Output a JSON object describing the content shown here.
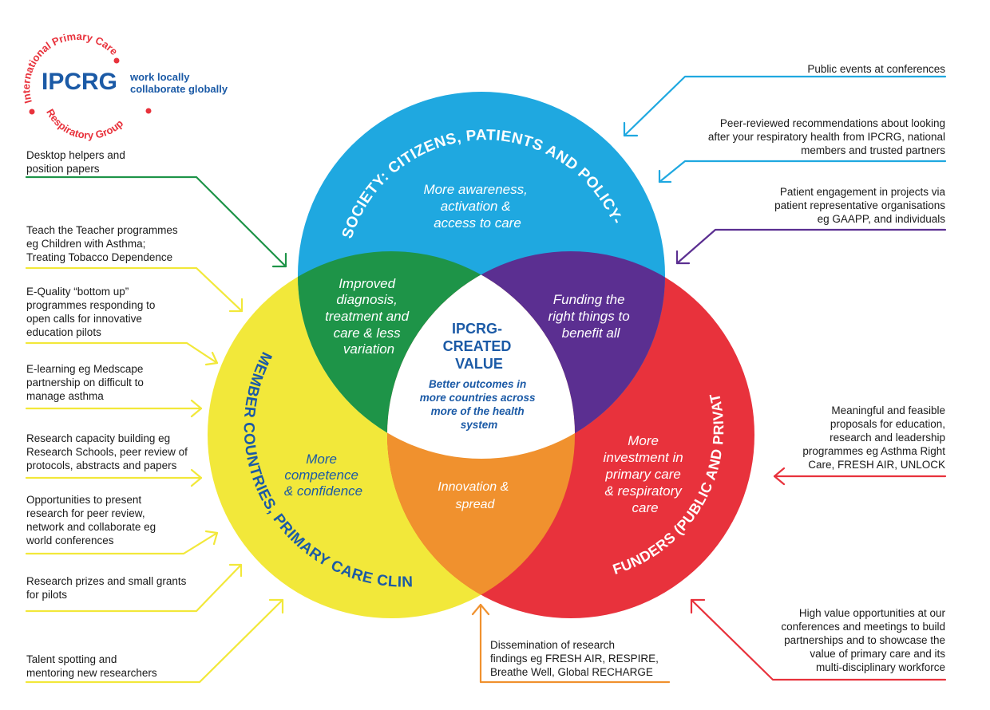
{
  "logo": {
    "name": "IPCRG",
    "arc_top": "International Primary Care",
    "arc_bottom": "Respiratory Group",
    "tagline_1": "work locally",
    "tagline_2": "collaborate globally"
  },
  "circles": {
    "society": {
      "title": "SOCIETY: CITIZENS, PATIENTS AND POLICY-MAKERS",
      "body": [
        "More awareness,",
        "activation &",
        "access to care"
      ],
      "color": "#1fa8e0"
    },
    "members": {
      "title": "MEMBER COUNTRIES, PRIMARY CARE CLINICIANS",
      "body": [
        "More",
        "competence",
        "& confidence"
      ],
      "color": "#f2e83a"
    },
    "funders": {
      "title": "FUNDERS (PUBLIC AND PRIVATE)",
      "body": [
        "More",
        "investment in",
        "primary care",
        "& respiratory",
        "care"
      ],
      "color": "#e8323c"
    }
  },
  "overlaps": {
    "society_members": {
      "body": [
        "Improved",
        "diagnosis,",
        "treatment and",
        "care & less",
        "variation"
      ],
      "color": "#1e9448"
    },
    "society_funders": {
      "body": [
        "Funding the",
        "right things to",
        "benefit all"
      ],
      "color": "#5b2f91"
    },
    "members_funders": {
      "body": [
        "Innovation &",
        "spread"
      ],
      "color": "#f0912e"
    },
    "center": {
      "title": [
        "IPCRG-",
        "CREATED",
        "VALUE"
      ],
      "body": [
        "Better outcomes in",
        "more countries across",
        "more of the health",
        "system"
      ]
    }
  },
  "notes_left": [
    {
      "lines": [
        "Desktop helpers and",
        "position papers"
      ],
      "color": "#1e9448"
    },
    {
      "lines": [
        "Teach the Teacher programmes",
        "eg Children with Asthma;",
        "Treating Tobacco Dependence"
      ],
      "color": "#f2e83a"
    },
    {
      "lines": [
        "E-Quality “bottom up”",
        "programmes responding to",
        "open calls for innovative",
        "education pilots"
      ],
      "color": "#f2e83a"
    },
    {
      "lines": [
        "E-learning eg Medscape",
        "partnership on difficult to",
        "manage asthma"
      ],
      "color": "#f2e83a"
    },
    {
      "lines": [
        "Research capacity building eg",
        "Research Schools, peer review of",
        "protocols, abstracts and papers"
      ],
      "color": "#f2e83a"
    },
    {
      "lines": [
        "Opportunities to present",
        "research for peer review,",
        "network and collaborate eg",
        "world conferences"
      ],
      "color": "#f2e83a"
    },
    {
      "lines": [
        "Research prizes and small grants",
        "for pilots"
      ],
      "color": "#f2e83a"
    },
    {
      "lines": [
        "Talent spotting and",
        "mentoring new researchers"
      ],
      "color": "#f2e83a"
    }
  ],
  "notes_right": [
    {
      "lines": [
        "Public events at conferences"
      ],
      "color": "#1fa8e0"
    },
    {
      "lines": [
        "Peer-reviewed recommendations  about looking",
        "after your respiratory health from IPCRG, national",
        "members and trusted partners"
      ],
      "color": "#1fa8e0"
    },
    {
      "lines": [
        "Patient engagement in projects via",
        "patient representative organisations",
        "eg GAAPP, and individuals"
      ],
      "color": "#5b2f91"
    },
    {
      "lines": [
        "Meaningful and feasible",
        "proposals for education,",
        "research and leadership",
        "programmes eg Asthma Right",
        "Care, FRESH AIR, UNLOCK"
      ],
      "color": "#e8323c"
    },
    {
      "lines": [
        "High value opportunities at our",
        "conferences and meetings to build",
        "partnerships and to showcase the",
        "value of primary care and its",
        "multi-disciplinary workforce"
      ],
      "color": "#e8323c"
    }
  ],
  "note_bottom": {
    "lines": [
      "Dissemination of research",
      "findings eg FRESH AIR, RESPIRE,",
      "Breathe Well, Global RECHARGE"
    ],
    "color": "#f0912e"
  },
  "colors": {
    "text_blue": "#1b5aa6",
    "logo_red": "#e8323c"
  }
}
